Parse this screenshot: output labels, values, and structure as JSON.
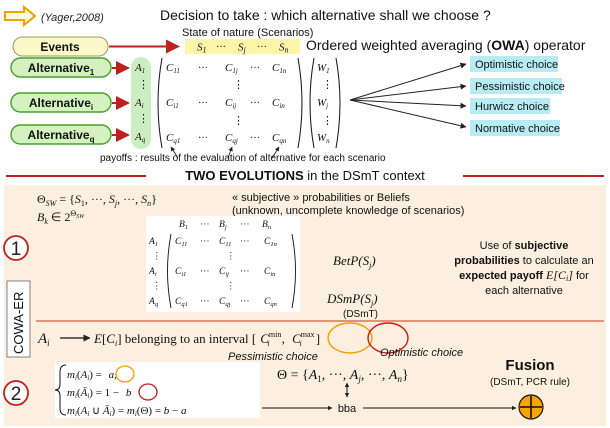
{
  "top": {
    "citation": "(Yager,2008)",
    "question": "Decision to take : which alternative shall we choose ?",
    "state_of_nature": "State of nature (Scenarios)",
    "owa_prefix": "Ordered weighted averaging (",
    "owa_bold": "OWA",
    "owa_suffix": ") operator",
    "events_label": "Events",
    "alt1": "Alternative",
    "alt1_sub": "1",
    "alti": "Alternative",
    "alti_sub": "i",
    "altq": "Alternative",
    "altq_sub": "q",
    "nodes": [
      "A",
      "A",
      "A"
    ],
    "node_subs": [
      "1",
      "i",
      "q"
    ],
    "scenarios": [
      "S",
      "S",
      "S"
    ],
    "scenario_subs": [
      "1",
      "j",
      "n"
    ],
    "dots": "···",
    "vdots": "⋮",
    "weights": [
      "W",
      "W",
      "W"
    ],
    "weight_subs": [
      "1",
      "j",
      "n"
    ],
    "choices": [
      "Optimistic choice",
      "Pessimistic choice",
      "Hurwicz choice",
      "Normative choice"
    ],
    "payoffs_caption": "payoffs : results of the evaluation of alternative for each scenario"
  },
  "separator": {
    "bold": "TWO EVOLUTIONS",
    "rest": " in the DSmT context"
  },
  "bottom": {
    "side_label": "COWA-ER",
    "step1": "1",
    "step2": "2",
    "theta_sw": "Θ_SW = {S_1, ···, S_j, ···, S_n}",
    "bk": "B_k ∈ 2^Θ_SW",
    "subjective_line1": "« subjective » probabilities or Beliefs",
    "subjective_line2": "(unknown, uncomplete knowledge of scenarios)",
    "betp": "BetP(S_j)",
    "dsmp": "DSmP(S_j)",
    "dsmp_note": "(DSmT)",
    "use_line1_pre": "Use of ",
    "use_line1_bold": "subjective",
    "use_line2_bold": "probabilities",
    "use_line2_rest": " to calculate an",
    "use_line3_bold": "expected payoff ",
    "use_line3_math": "E[C_i]",
    "use_line3_rest": " for",
    "use_line4": "each alternative",
    "ai": "A_i",
    "eci_text": "E[C_i] belonging to an interval [C_i^min , C_i^max]",
    "pessimistic": "Pessimistic choice",
    "optimistic": "Optimistic choice",
    "m_line1": "m_i(A_i) = a,",
    "m_line2": "m_i(Ā_i) = 1 − b",
    "m_line3": "m_i(A_i ∪ Ā_i) = m_i(Θ) = b − a",
    "theta_big": "Θ = {A_1, ···, A_j, ···, A_n}",
    "bba": "bba",
    "fusion": "Fusion",
    "fusion_note": "(DSmT, PCR rule)"
  },
  "colors": {
    "arrow_red": "#c0201a",
    "orange_arrow": "#f7a600",
    "events_fill": "#fdf8c8",
    "alt_fill": "#d4f2c0",
    "alt_border": "#4aa02a",
    "node_fill": "#cbeec0",
    "scenario_fill": "#fbf6a8",
    "choice_fill": "#b8ecf4",
    "panel_fill": "#fcefdf",
    "fusion_fill": "#f7a600"
  }
}
